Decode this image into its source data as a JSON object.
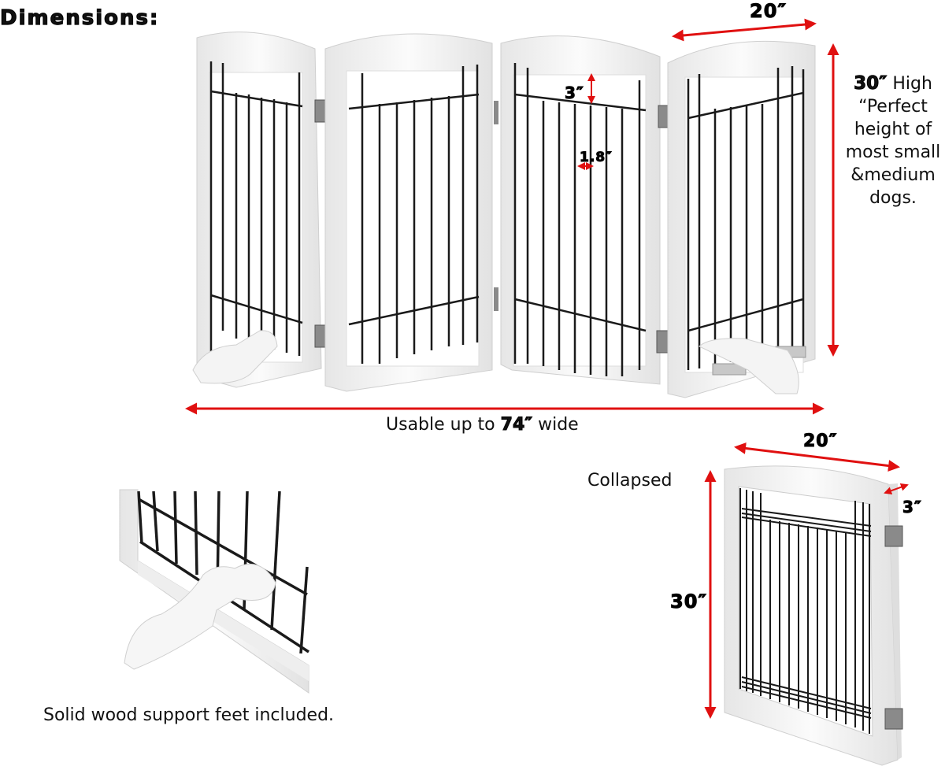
{
  "title": "Dimensions:",
  "main_gate": {
    "panel_count": 4,
    "width_label": "20″",
    "height_label_bold": "30″",
    "height_label_rest": "High",
    "height_note_lines": [
      "“Perfect",
      "height of",
      "most small",
      "&medium",
      "dogs."
    ],
    "top_gap_label": "3″",
    "bar_spacing_label": "1.8″",
    "usable_prefix": "Usable up to",
    "usable_value": "74″",
    "usable_suffix": "wide"
  },
  "feet_detail": {
    "caption": "Solid wood support feet included."
  },
  "collapsed": {
    "label": "Collapsed",
    "width_label": "20″",
    "depth_label": "3″",
    "height_label": "30″"
  },
  "colors": {
    "arrow": "#e01010",
    "frame": "#f7f7f7",
    "frame_shadow": "#d9d9d9",
    "bars": "#1a1a1a",
    "hinge": "#8a8a8a"
  }
}
